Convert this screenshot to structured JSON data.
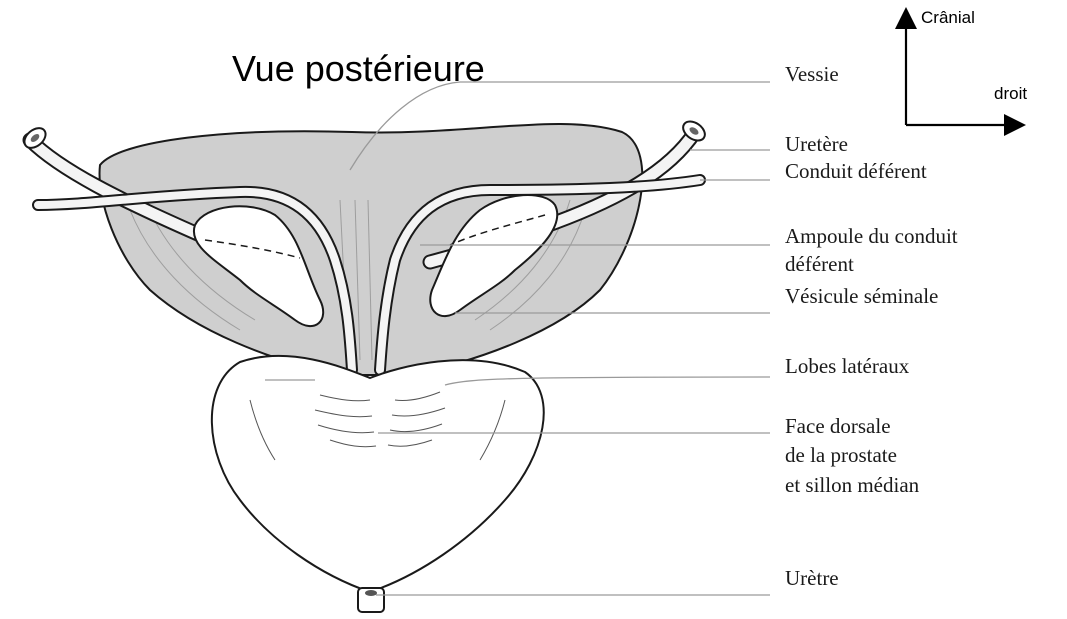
{
  "title": "Vue postérieure",
  "orientation": {
    "up_label": "Crânial",
    "right_label": "droit"
  },
  "labels": {
    "vessie": "Vessie",
    "uretere": "Uretère",
    "conduit_deferent": "Conduit déférent",
    "ampoule_line1": "Ampoule du conduit",
    "ampoule_line2": "déférent",
    "vesicule_seminale": "Vésicule séminale",
    "lobes_lateraux": "Lobes latéraux",
    "face_dorsale_line1": "Face dorsale",
    "face_dorsale_line2": "de la prostate",
    "face_dorsale_line3": "et sillon médian",
    "uretre": "Urètre"
  },
  "colors": {
    "bladder_fill": "#cfcfcf",
    "outline": "#1a1a1a",
    "leader_line": "#9a9a9a"
  }
}
